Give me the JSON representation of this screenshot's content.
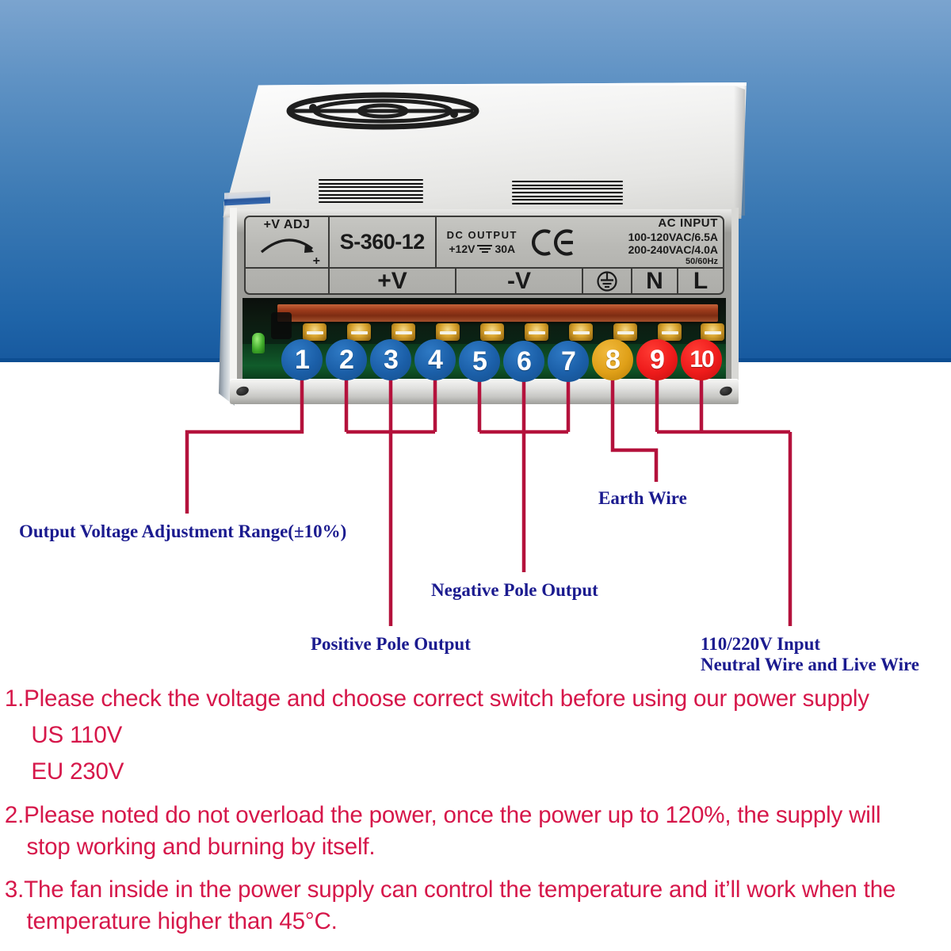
{
  "background": {
    "gradient_top": "#7ba4cf",
    "gradient_bottom": "#17599f",
    "page_background": "#ffffff"
  },
  "device": {
    "type": "switching-power-supply",
    "spec_plate": {
      "adj_label": "+V ADJ",
      "adj_plus": "+",
      "model": "S-360-12",
      "dc_output_title": "DC   OUTPUT",
      "dc_output_values": "+12V",
      "dc_output_current": "30A",
      "ce_mark": "CE",
      "ac_input_title": "AC INPUT",
      "ac_input_line1": "100-120VAC/6.5A",
      "ac_input_line2": "200-240VAC/4.0A",
      "ac_input_line3": "50/60Hz"
    },
    "terminal_headers": {
      "positive": "+V",
      "negative": "-V",
      "earth": "earth-ground-symbol",
      "neutral": "N",
      "live": "L"
    }
  },
  "terminals": [
    {
      "number": "1",
      "color": "#1b5fa8",
      "role": "voltage-adjust"
    },
    {
      "number": "2",
      "color": "#1b5fa8",
      "role": "positive"
    },
    {
      "number": "3",
      "color": "#1b5fa8",
      "role": "positive"
    },
    {
      "number": "4",
      "color": "#1b5fa8",
      "role": "positive"
    },
    {
      "number": "5",
      "color": "#1b5fa8",
      "role": "negative"
    },
    {
      "number": "6",
      "color": "#1b5fa8",
      "role": "negative"
    },
    {
      "number": "7",
      "color": "#1b5fa8",
      "role": "negative"
    },
    {
      "number": "8",
      "color": "#e0a018",
      "role": "earth"
    },
    {
      "number": "9",
      "color": "#ee1b1b",
      "role": "neutral"
    },
    {
      "number": "10",
      "color": "#ee1b1b",
      "role": "live"
    }
  ],
  "callouts": {
    "leader_color": "#b4123c",
    "text_color": "#1b1b8f",
    "items": [
      {
        "id": "voltage-adjust",
        "text": "Output Voltage Adjustment Range(±10%)",
        "line2": ""
      },
      {
        "id": "positive-pole",
        "text": "Positive Pole Output",
        "line2": ""
      },
      {
        "id": "negative-pole",
        "text": "Negative Pole Output",
        "line2": ""
      },
      {
        "id": "earth-wire",
        "text": "Earth Wire",
        "line2": ""
      },
      {
        "id": "input-wires",
        "text": "110/220V Input",
        "line2": "Neutral Wire and Live Wire"
      }
    ]
  },
  "notes": {
    "color": "#d6174a",
    "items": [
      "1.Please check the voltage and choose correct switch before using our power supply",
      "US 110V",
      "EU 230V",
      "2.Please noted do not overload the power, once the power up to 120%, the supply will",
      "stop working and burning by itself.",
      "3.The fan inside in the power supply can control the temperature and it’ll work when the",
      "temperature higher than 45°C."
    ]
  }
}
